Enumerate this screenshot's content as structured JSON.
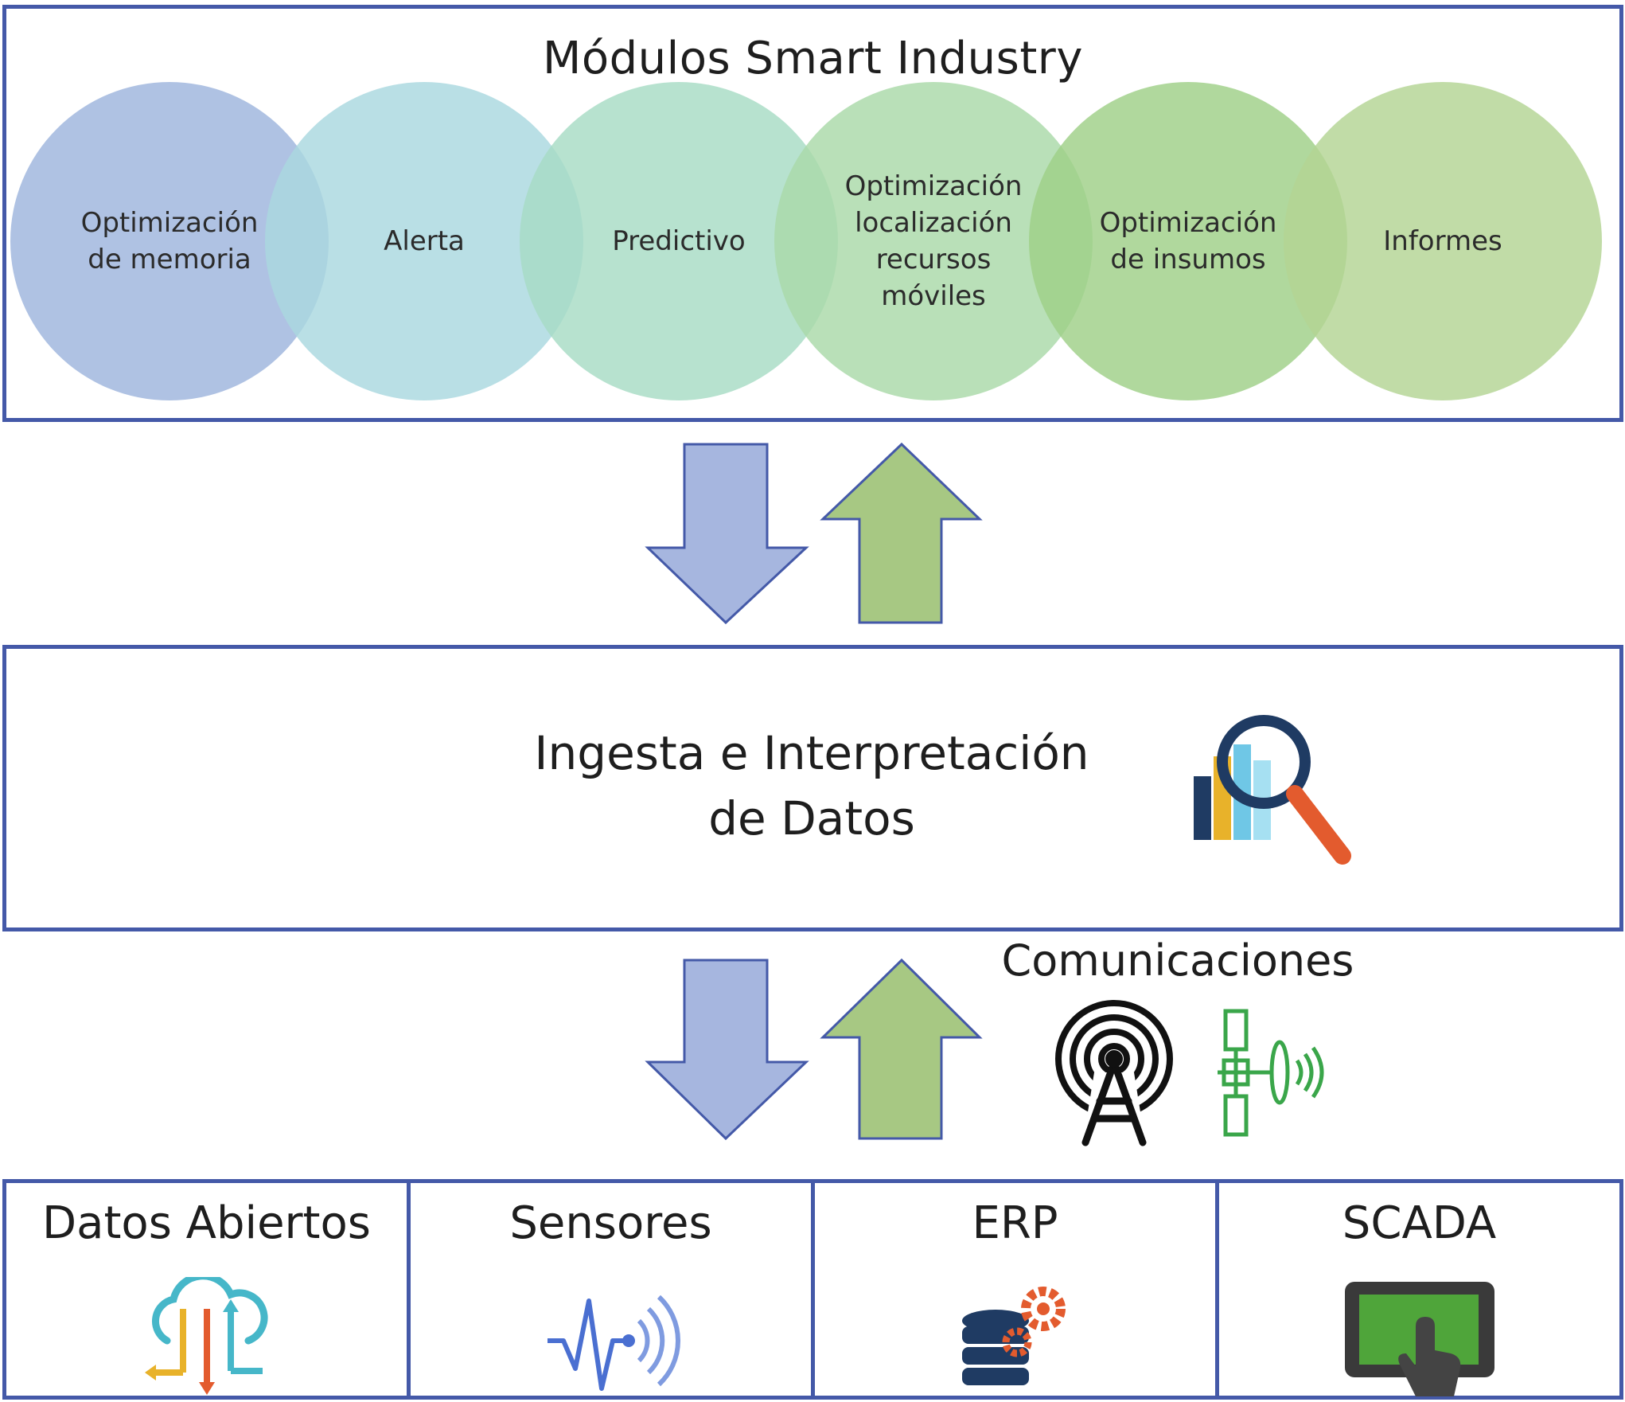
{
  "modules": {
    "title": "Módulos Smart Industry",
    "items": [
      {
        "label_lines": [
          "Optimización",
          "de memoria"
        ],
        "color": "#9db4dd"
      },
      {
        "label_lines": [
          "Alerta"
        ],
        "color": "#a9d8df"
      },
      {
        "label_lines": [
          "Predictivo"
        ],
        "color": "#a7dcc5"
      },
      {
        "label_lines": [
          "Optimización",
          "localización",
          "recursos",
          "móviles"
        ],
        "color": "#a9d9a8"
      },
      {
        "label_lines": [
          "Optimización",
          "de insumos"
        ],
        "color": "#9fcf88"
      },
      {
        "label_lines": [
          "Informes"
        ],
        "color": "#b3d494"
      }
    ]
  },
  "ingesta": {
    "title_line1": "Ingesta e Interpretación",
    "title_line2": "de Datos"
  },
  "comunicaciones": {
    "title": "Comunicaciones"
  },
  "sources": [
    {
      "label": "Datos Abiertos",
      "icon": "cloud-data-icon"
    },
    {
      "label": "Sensores",
      "icon": "sensor-icon"
    },
    {
      "label": "ERP",
      "icon": "database-gear-icon"
    },
    {
      "label": "SCADA",
      "icon": "touchscreen-icon"
    }
  ],
  "colors": {
    "border": "#4459a8",
    "arrow_down": "#a6b6df",
    "arrow_up": "#a7c883"
  }
}
